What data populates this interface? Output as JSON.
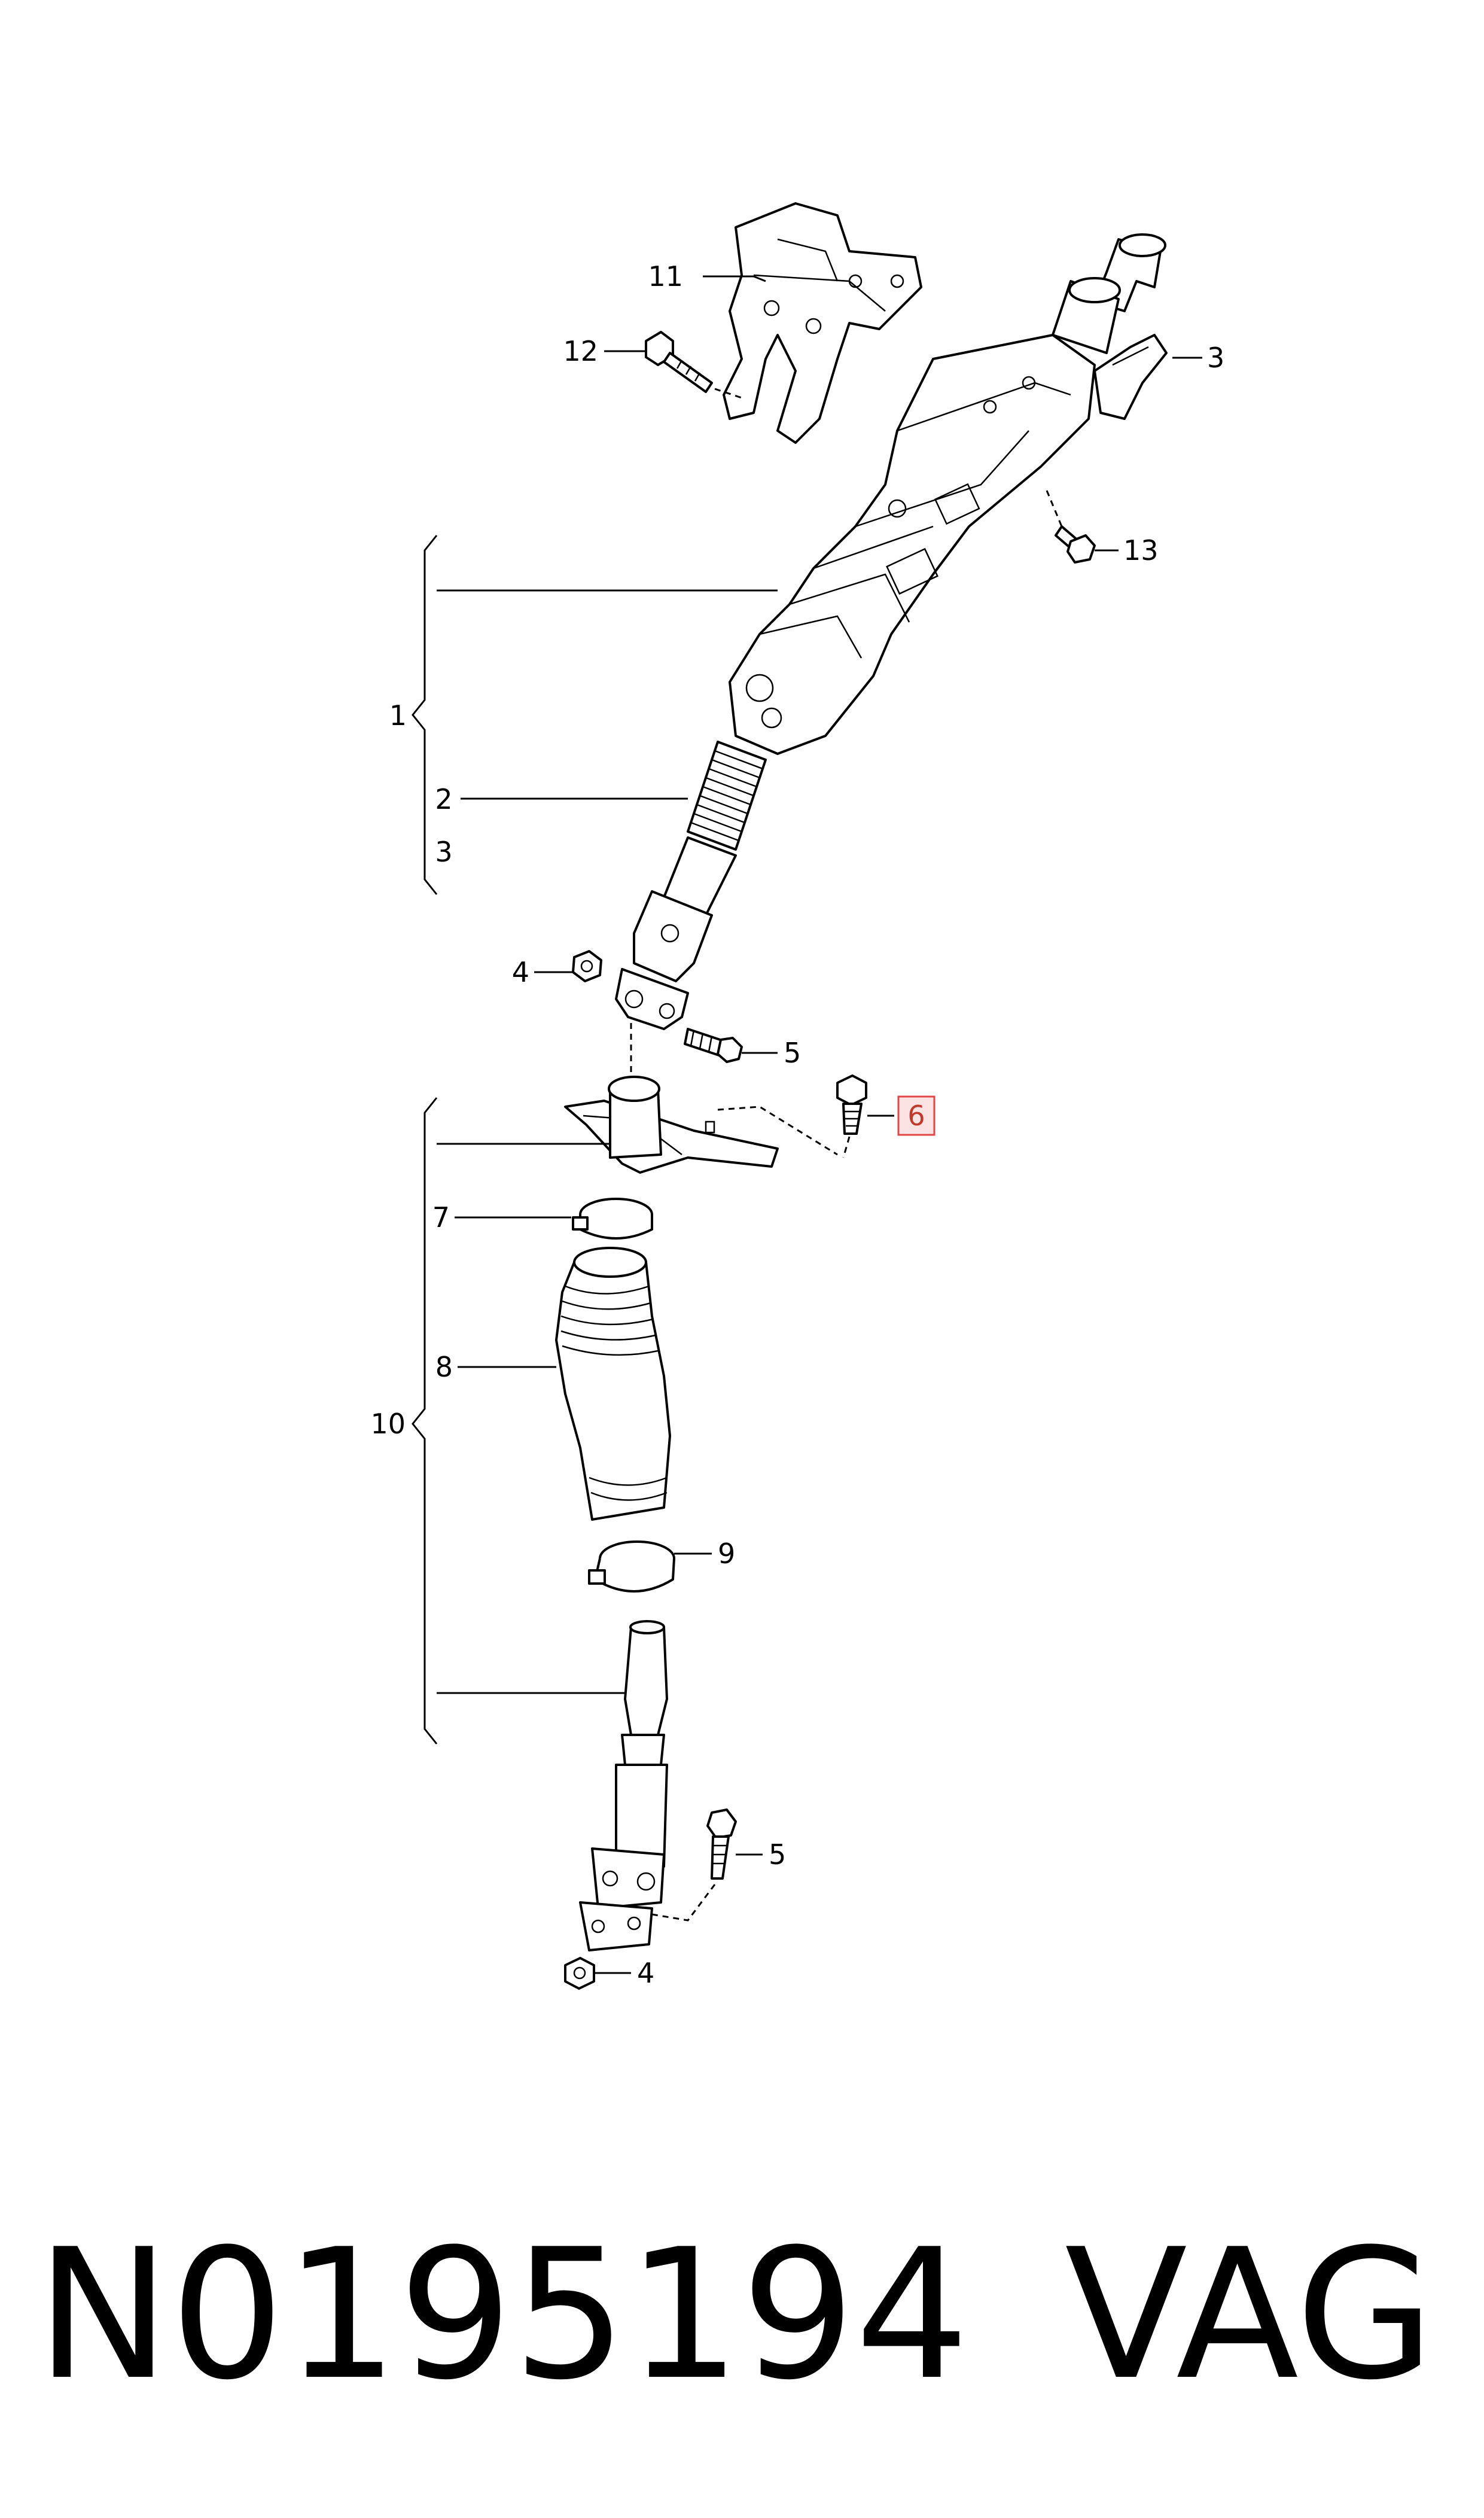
{
  "callouts": {
    "c1": "1",
    "c2": "2",
    "c3_side": "3",
    "c3_top": "3",
    "c4_upper": "4",
    "c4_lower": "4",
    "c5_upper": "5",
    "c5_lower": "5",
    "c6": "6",
    "c7": "7",
    "c8": "8",
    "c9": "9",
    "c10": "10",
    "c11": "11",
    "c12": "12",
    "c13": "13"
  },
  "highlight_callout": "6",
  "highlight_color": "#e04848",
  "caption": {
    "part_number": "N0195194",
    "brand": "VAG"
  }
}
